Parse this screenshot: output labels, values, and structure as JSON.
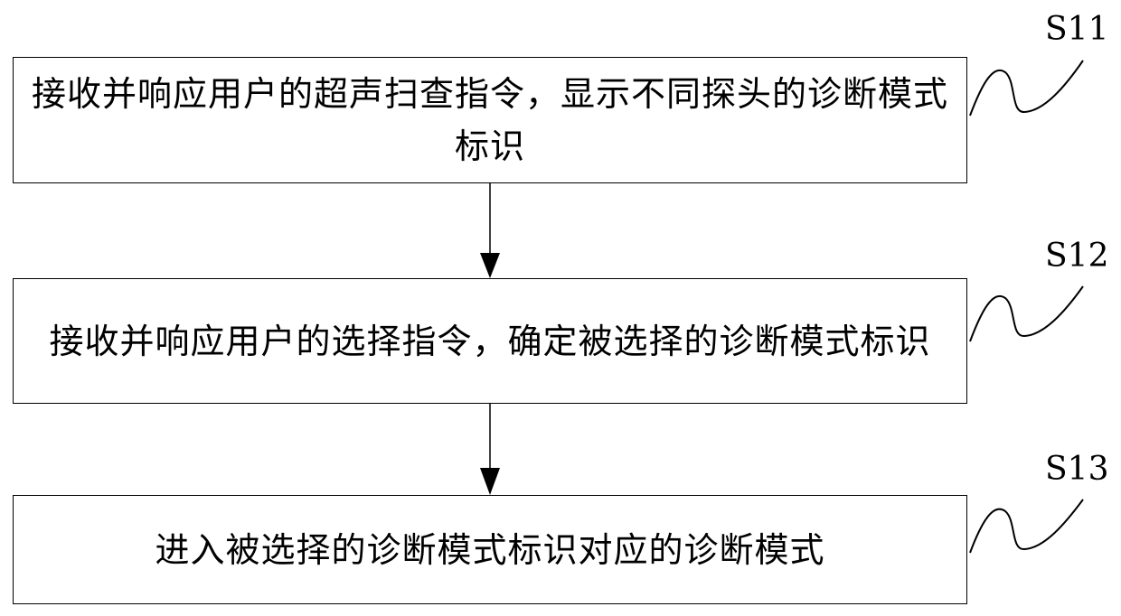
{
  "steps": [
    {
      "id": "S11",
      "text": "接收并响应用户的超声扫查指令，显示不同探头的诊断模式标识"
    },
    {
      "id": "S12",
      "text": "接收并响应用户的选择指令，确定被选择的诊断模式标识"
    },
    {
      "id": "S13",
      "text": "进入被选择的诊断模式标识对应的诊断模式"
    }
  ]
}
